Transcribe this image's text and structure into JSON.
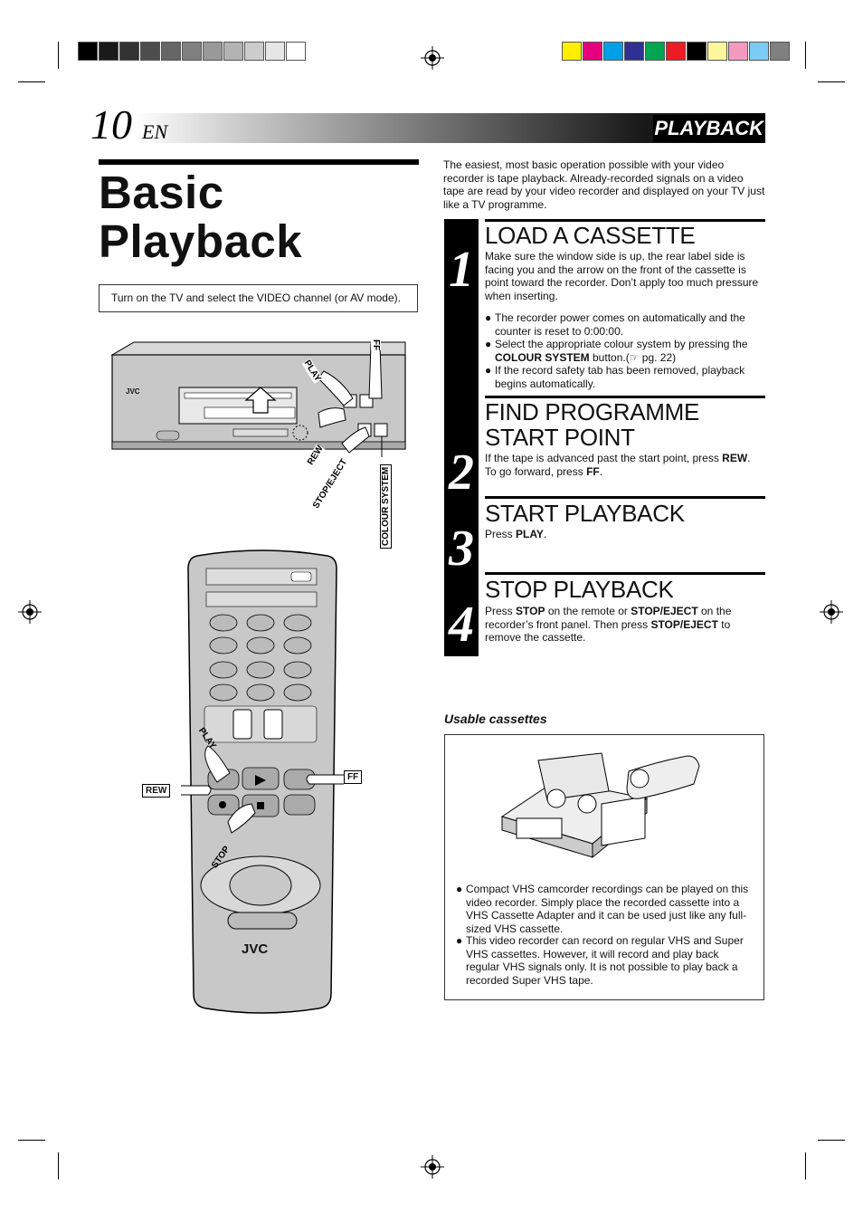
{
  "header": {
    "page_number": "10",
    "page_suffix": "EN",
    "section": "PLAYBACK"
  },
  "title": "Basic Playback",
  "tip": "Turn on the TV and select the VIDEO channel (or AV mode).",
  "intro": "The easiest, most basic operation possible with your video recorder is tape playback. Already-recorded signals on a video tape are read by your video recorder and displayed on your TV just like a TV programme.",
  "steps": [
    {
      "number": "1",
      "heading": "LOAD A CASSETTE",
      "text": "Make sure the window side is up, the rear label side is facing you and the arrow on the front of the cassette is point toward the recorder. Don’t apply too much pressure when inserting.",
      "bullets": [
        "The recorder power comes on automatically and the counter is reset to 0:00:00.",
        "Select the appropriate colour system by pressing the COLOUR SYSTEM button.(☞ pg. 22)",
        "If the record safety tab has been removed, playback begins automatically."
      ]
    },
    {
      "number": "2",
      "heading": "FIND PROGRAMME START POINT",
      "text": "If the tape is advanced past the start point, press REW. To go forward, press FF."
    },
    {
      "number": "3",
      "heading": "START PLAYBACK",
      "text": "Press PLAY."
    },
    {
      "number": "4",
      "heading": "STOP PLAYBACK",
      "text": "Press STOP on the remote or STOP/EJECT on the recorder’s front panel. Then press STOP/EJECT to remove the cassette."
    }
  ],
  "usable": {
    "heading": "Usable cassettes",
    "bullets": [
      "Compact VHS camcorder recordings can be played on this video recorder. Simply place the recorded cassette into a VHS Cassette Adapter and it can be used just like any full-sized VHS cassette.",
      "This video recorder can record on regular VHS and Super VHS cassettes. However, it will record and play back regular VHS signals only. It is not possible to play back a recorded Super VHS tape."
    ]
  },
  "recorder_labels": {
    "play": "PLAY",
    "ff": "FF",
    "rew": "REW",
    "stop_eject": "STOP/EJECT",
    "colour_system": "COLOUR SYSTEM",
    "brand": "JVC"
  },
  "remote_labels": {
    "play": "PLAY",
    "ff": "FF",
    "rew": "REW",
    "stop": "STOP",
    "brand": "JVC"
  },
  "colors": {
    "gray_swatches": [
      "#000000",
      "#1a1a1a",
      "#333333",
      "#4d4d4d",
      "#666666",
      "#808080",
      "#999999",
      "#b3b3b3",
      "#cccccc",
      "#e6e6e6",
      "#ffffff"
    ],
    "color_swatches": [
      "#ffee00",
      "#e6007e",
      "#00a0e9",
      "#2e3192",
      "#00a651",
      "#ed1c24",
      "#000000",
      "#fff799",
      "#f49ac1",
      "#7accf5",
      "#808080"
    ]
  }
}
